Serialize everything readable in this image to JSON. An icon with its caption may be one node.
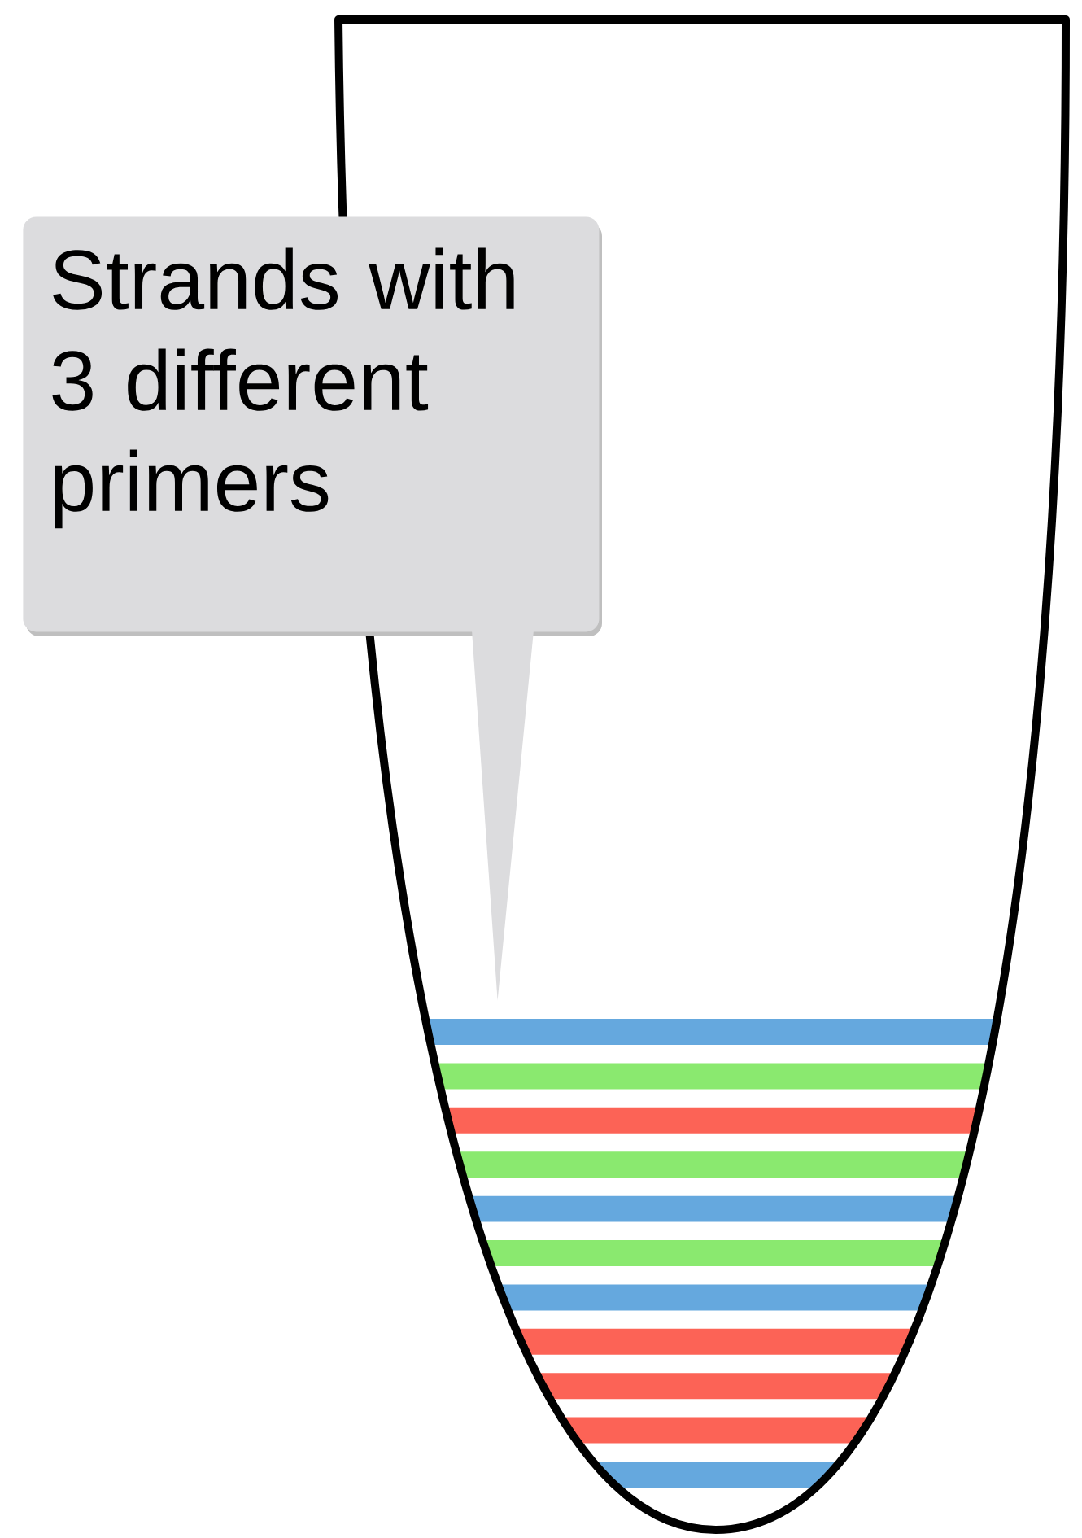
{
  "diagram": {
    "nodes": [
      {
        "text": [
          "Strands with 3 different primers"
        ]
      },
      {
        "text": [],
        "shape": "bar"
      }
    ],
    "edges": [
      {
        "from": 0,
        "to": 1,
        "arrow": "none"
      }
    ]
  }
}
